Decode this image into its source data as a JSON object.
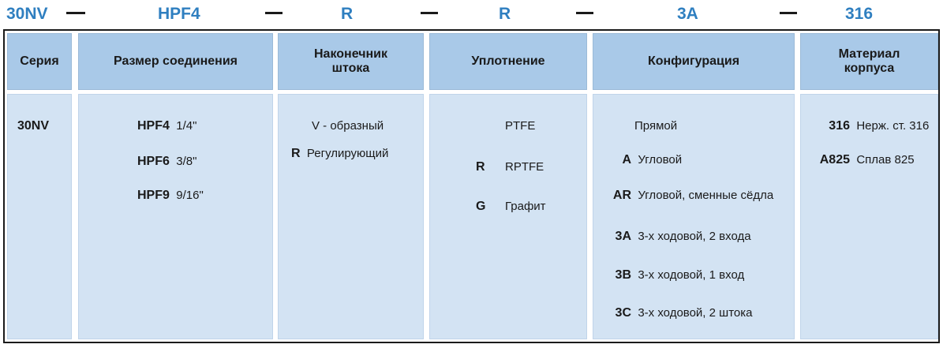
{
  "code_line": {
    "parts": [
      "30NV",
      "HPF4",
      "R",
      "R",
      "3A",
      "316"
    ]
  },
  "columns": {
    "series": {
      "header": "Серия",
      "items": [
        {
          "code": "30NV",
          "text": ""
        }
      ]
    },
    "connection": {
      "header": "Размер соединения",
      "items": [
        {
          "code": "HPF4",
          "text": "1/4\""
        },
        {
          "code": "HPF6",
          "text": "3/8\""
        },
        {
          "code": "HPF9",
          "text": "9/16\""
        }
      ]
    },
    "stem_tip": {
      "header_line1": "Наконечник",
      "header_line2": "штока",
      "items": [
        {
          "code": "",
          "text": "V - образный"
        },
        {
          "code": "R",
          "text": "Регулирующий"
        }
      ]
    },
    "seal": {
      "header": "Уплотнение",
      "items": [
        {
          "code": "",
          "text": "PTFE"
        },
        {
          "code": "R",
          "text": "RPTFE"
        },
        {
          "code": "G",
          "text": "Графит"
        }
      ]
    },
    "configuration": {
      "header": "Конфигурация",
      "items": [
        {
          "code": "",
          "text": "Прямой"
        },
        {
          "code": "A",
          "text": "Угловой"
        },
        {
          "code": "AR",
          "text": "Угловой, сменные сёдла"
        },
        {
          "code": "3A",
          "text": "3-х ходовой, 2 входа"
        },
        {
          "code": "3B",
          "text": "3-х ходовой, 1 вход"
        },
        {
          "code": "3C",
          "text": "3-х ходовой, 2 штока"
        }
      ]
    },
    "body_material": {
      "header_line1": "Материал",
      "header_line2": "корпуса",
      "items": [
        {
          "code": "316",
          "text": "Нерж. ст. 316"
        },
        {
          "code": "A825",
          "text": "Сплав 825"
        }
      ]
    }
  },
  "colors": {
    "code_text": "#2f7fc0",
    "header_fill": "#a9c9e8",
    "body_fill": "#d3e3f3",
    "frame": "#1b1b1b"
  }
}
